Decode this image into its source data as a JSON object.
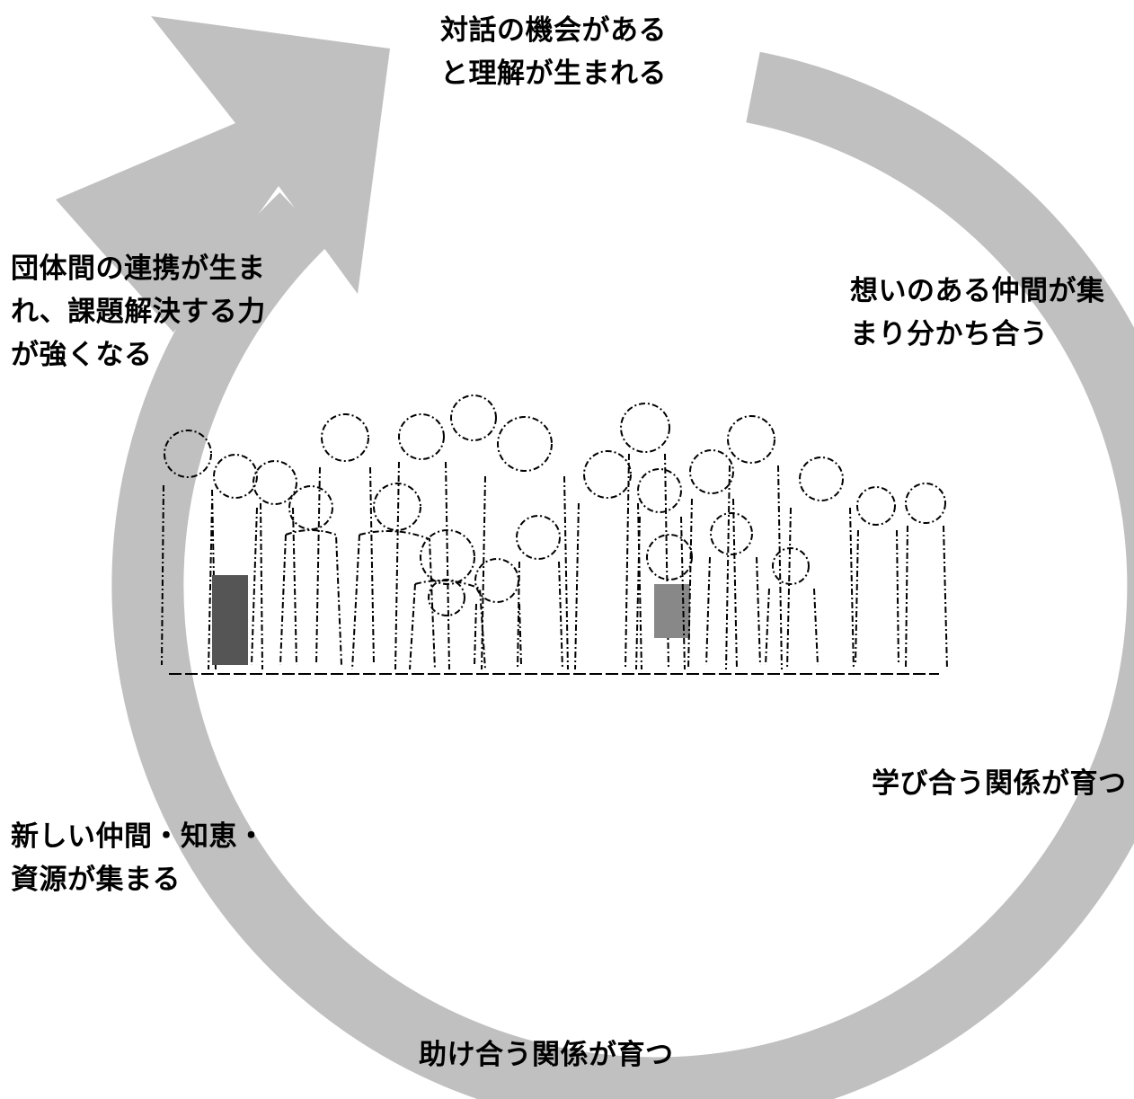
{
  "colors": {
    "cycle_arrow": "#c0c0c0",
    "text": "#000000",
    "background": "#ffffff",
    "illustration_line": "#000000"
  },
  "illustration": {
    "subject": "group of people standing together",
    "icon": "community-group-icon"
  },
  "cycle": {
    "direction": "clockwise",
    "stages": [
      {
        "id": "top",
        "lines": [
          "対話の機会がある",
          "と理解が生まれる"
        ]
      },
      {
        "id": "right-top",
        "lines": [
          "想いのある仲間が集",
          "まり分かち合う"
        ]
      },
      {
        "id": "right-bottom",
        "lines": [
          "学び合う関係が育つ"
        ]
      },
      {
        "id": "bottom",
        "lines": [
          "助け合う関係が育つ"
        ]
      },
      {
        "id": "left-bottom",
        "lines": [
          "新しい仲間・知恵・",
          "資源が集まる"
        ]
      },
      {
        "id": "left-top",
        "lines": [
          "団体間の連携が生ま",
          "れ、課題解決する力",
          "が強くなる"
        ]
      }
    ]
  }
}
